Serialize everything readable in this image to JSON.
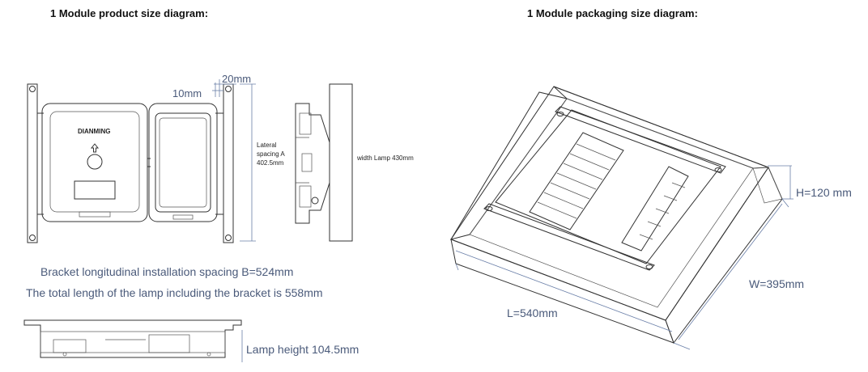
{
  "headings": {
    "product": "1 Module product size diagram:",
    "packaging": "1 Module packaging size diagram:"
  },
  "product": {
    "brand": "DIANMING",
    "dim_10mm": "10mm",
    "dim_20mm": "20mm",
    "lateral_line1": "Lateral",
    "lateral_line2": "spacing A",
    "lateral_line3": "402.5mm",
    "width_lamp": "width Lamp 430mm",
    "bracket_spacing": "Bracket longitudinal installation spacing B=524mm",
    "total_length": "The total length of the lamp including the bracket is 558mm",
    "lamp_height": "Lamp height 104.5mm"
  },
  "packaging": {
    "height": "H=120 mm",
    "width": "W=395mm",
    "length": "L=540mm"
  },
  "colors": {
    "dimension_text": "#4a5a7a",
    "line": "#333333"
  }
}
